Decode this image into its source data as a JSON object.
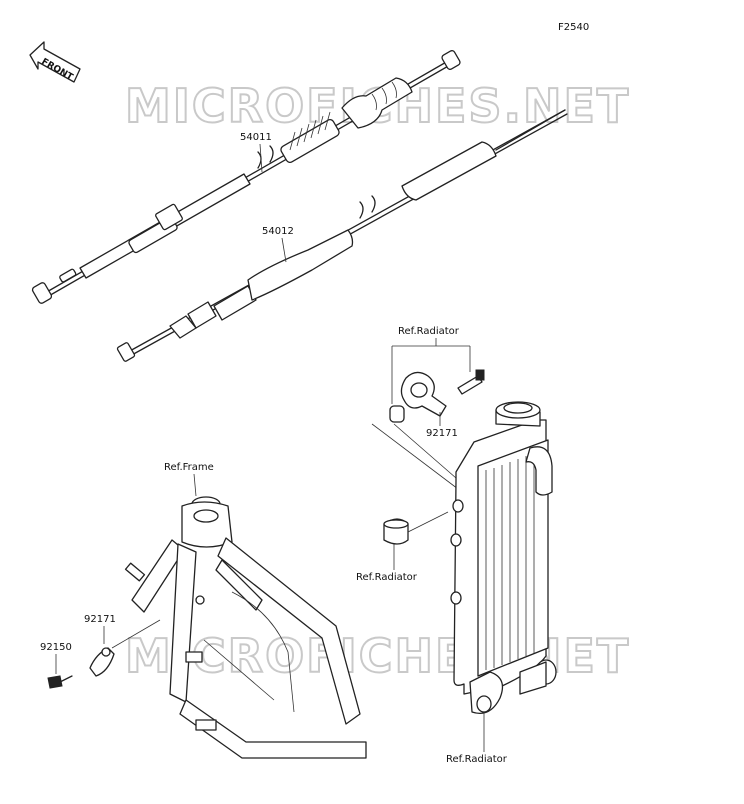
{
  "figure_code": "F2540",
  "front_badge": "FRONT",
  "watermark": "MICROFICHES.NET",
  "parts": {
    "clutch_cable": "54011",
    "throttle_cable": "54012",
    "clamp_upper": "92171",
    "clamp_lower": "92171",
    "bolt": "92150"
  },
  "refs": {
    "radiator_top": "Ref.Radiator",
    "radiator_mid": "Ref.Radiator",
    "radiator_bottom": "Ref.Radiator",
    "frame": "Ref.Frame"
  }
}
